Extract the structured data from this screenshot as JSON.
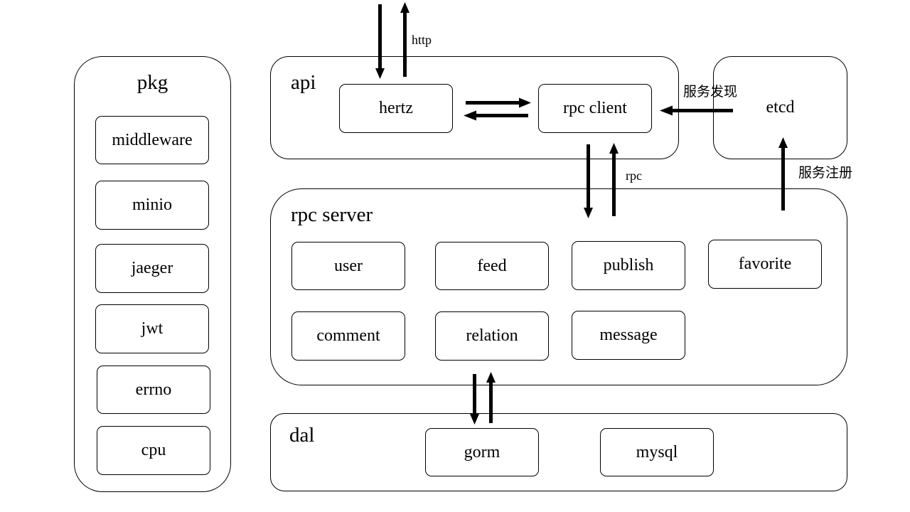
{
  "pkg": {
    "title": "pkg",
    "items": [
      "middleware",
      "minio",
      "jaeger",
      "jwt",
      "errno",
      "cpu"
    ]
  },
  "api": {
    "title": "api",
    "hertz": "hertz",
    "rpc_client": "rpc client"
  },
  "etcd": {
    "label": "etcd"
  },
  "rpc_server": {
    "title": "rpc server",
    "services": [
      "user",
      "feed",
      "publish",
      "favorite",
      "comment",
      "relation",
      "message"
    ]
  },
  "dal": {
    "title": "dal",
    "gorm": "gorm",
    "mysql": "mysql"
  },
  "edge_labels": {
    "http": "http",
    "rpc": "rpc",
    "service_discovery": "服务发现",
    "service_registration": "服务注册"
  }
}
